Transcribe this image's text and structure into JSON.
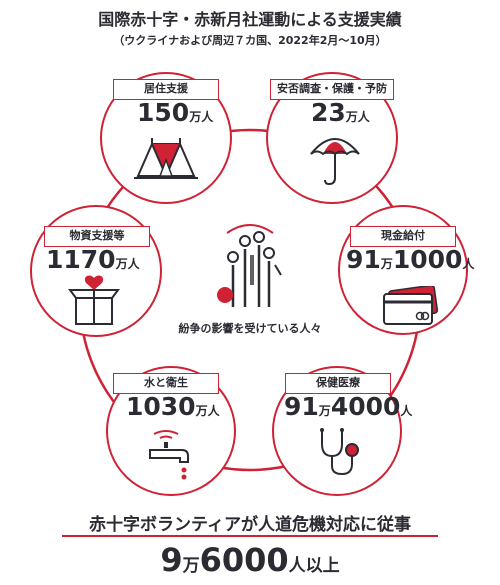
{
  "header": {
    "title": "国際赤十字・赤新月社運動による支援実績",
    "subtitle": "（ウクライナおよび周辺７カ国、2022年2月〜10月）"
  },
  "center": {
    "label": "紛争の影響を受けている人々"
  },
  "items": [
    {
      "label": "居住支援",
      "n1": "150",
      "u1": "万人",
      "n2": "",
      "u2": "",
      "icon": "tent-icon"
    },
    {
      "label": "安否調査・保護・予防",
      "n1": "23",
      "u1": "万人",
      "n2": "",
      "u2": "",
      "icon": "umbrella-icon"
    },
    {
      "label": "現金給付",
      "n1": "91",
      "u1": "万",
      "n2": "1000",
      "u2": "人",
      "icon": "cards-icon"
    },
    {
      "label": "保健医療",
      "n1": "91",
      "u1": "万",
      "n2": "4000",
      "u2": "人",
      "icon": "stethoscope-icon"
    },
    {
      "label": "水と衛生",
      "n1": "1030",
      "u1": "万人",
      "n2": "",
      "u2": "",
      "icon": "faucet-icon"
    },
    {
      "label": "物資支援等",
      "n1": "1170",
      "u1": "万人",
      "n2": "",
      "u2": "",
      "icon": "gift-box-icon"
    }
  ],
  "volunteers": {
    "title": "赤十字ボランティアが人道危機対応に従事",
    "n1": "9",
    "u1": "万",
    "n2": "6000",
    "u2": "人以上"
  },
  "colors": {
    "accent": "#cf2235",
    "text": "#2b2b33"
  }
}
